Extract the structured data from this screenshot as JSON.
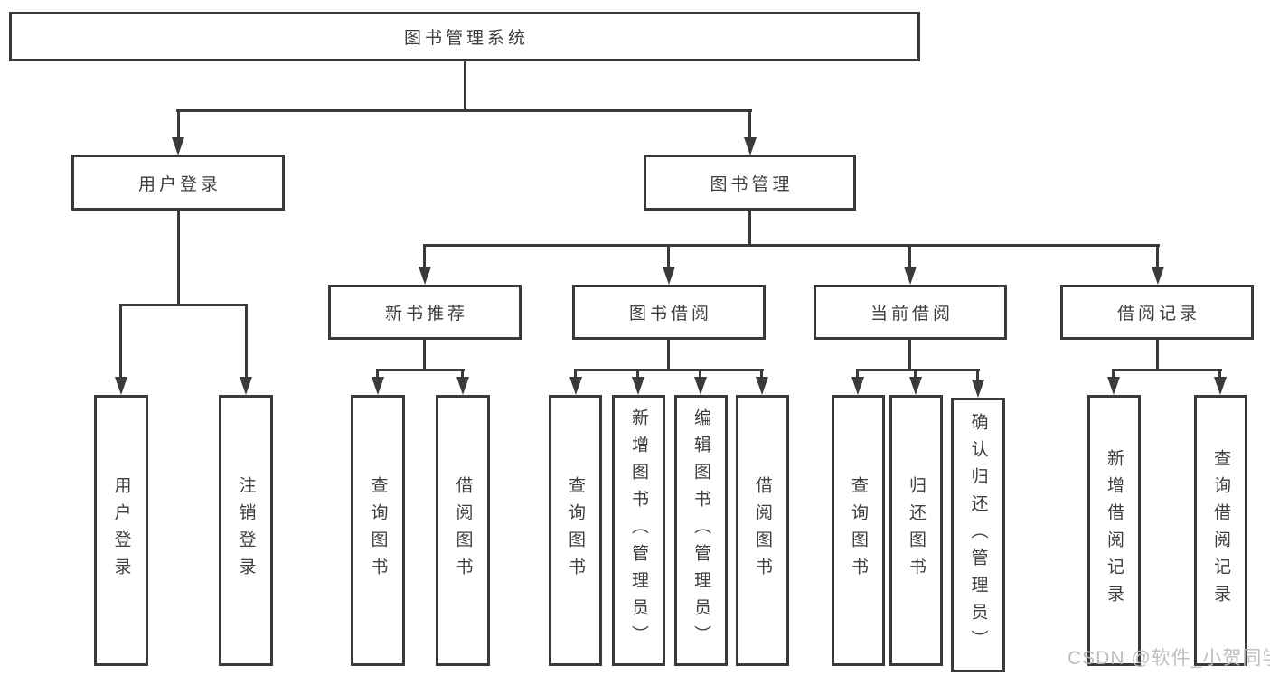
{
  "tree": {
    "root": "图书管理系统",
    "children": [
      {
        "label": "用户登录",
        "children": [
          {
            "label": "用户登录"
          },
          {
            "label": "注销登录"
          }
        ]
      },
      {
        "label": "图书管理",
        "children": [
          {
            "label": "新书推荐",
            "children": [
              {
                "label": "查询图书"
              },
              {
                "label": "借阅图书"
              }
            ]
          },
          {
            "label": "图书借阅",
            "children": [
              {
                "label": "查询图书"
              },
              {
                "label": "新增图书（管理员）"
              },
              {
                "label": "编辑图书（管理员）"
              },
              {
                "label": "借阅图书"
              }
            ]
          },
          {
            "label": "当前借阅",
            "children": [
              {
                "label": "查询图书"
              },
              {
                "label": "归还图书"
              },
              {
                "label": "确认归还（管理员）"
              }
            ]
          },
          {
            "label": "借阅记录",
            "children": [
              {
                "label": "新增借阅记录"
              },
              {
                "label": "查询借阅记录"
              }
            ]
          }
        ]
      }
    ]
  },
  "watermark": {
    "text": "CSDN @软件_小贺同学"
  },
  "colors": {
    "line": "#3a3a3a",
    "text": "#3e3e3e",
    "background": "#ffffff",
    "watermark": "#bababa"
  }
}
